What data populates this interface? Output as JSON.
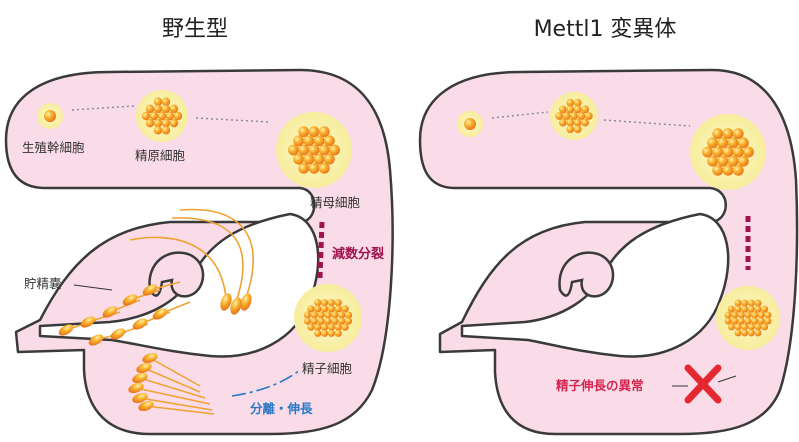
{
  "panels": {
    "left": {
      "title": "野生型"
    },
    "right": {
      "title": "Mettl1 変異体"
    }
  },
  "labels": {
    "stem": "生殖幹細胞",
    "spermatogonia": "精原細胞",
    "spermatocyte": "精母細胞",
    "meiosis": "減数分裂",
    "spermatid": "精子細胞",
    "differentiation": "分離・伸長",
    "seminal_vesicle": "貯精嚢",
    "abnormal": "精子伸長の異常"
  },
  "colors": {
    "tube_fill": "#f9dce8",
    "tube_stroke": "#3a3a3a",
    "cell_halo": "#fbf3b8",
    "cell_orange": "#f39a1a",
    "meiosis_red": "#a0134f",
    "diff_blue": "#2a78c6",
    "abnormal_red": "#d6264f",
    "x_red": "#e3282f"
  },
  "icons": {
    "abnormal_mark": "x-mark-icon"
  }
}
